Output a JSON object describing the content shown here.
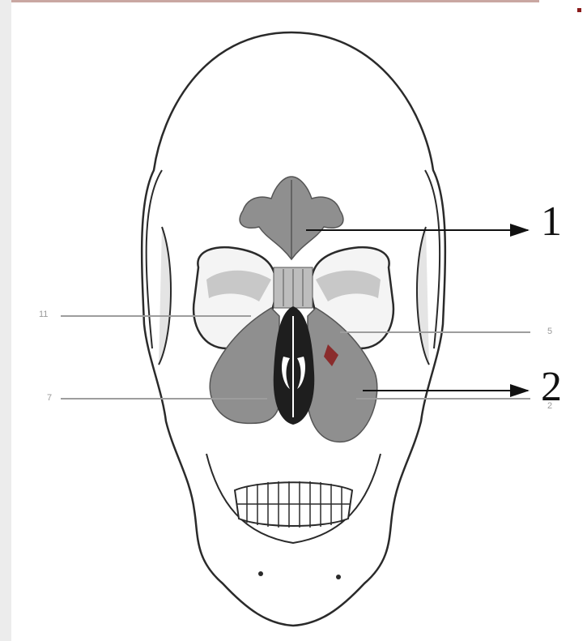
{
  "labels": {
    "frontal_sinus": "1",
    "maxillary_sinus": "2",
    "faint_left_upper": "11",
    "faint_left_lower": "7",
    "faint_right_upper": "5",
    "faint_right_lower": "2"
  },
  "colors": {
    "bone_line": "#2a2a2a",
    "sinus_fill": "#8f8f8f",
    "nasal_cavity": "#1e1e1e",
    "leader_gray": "#9d9d9d",
    "accent_red": "#8a1b1b"
  }
}
